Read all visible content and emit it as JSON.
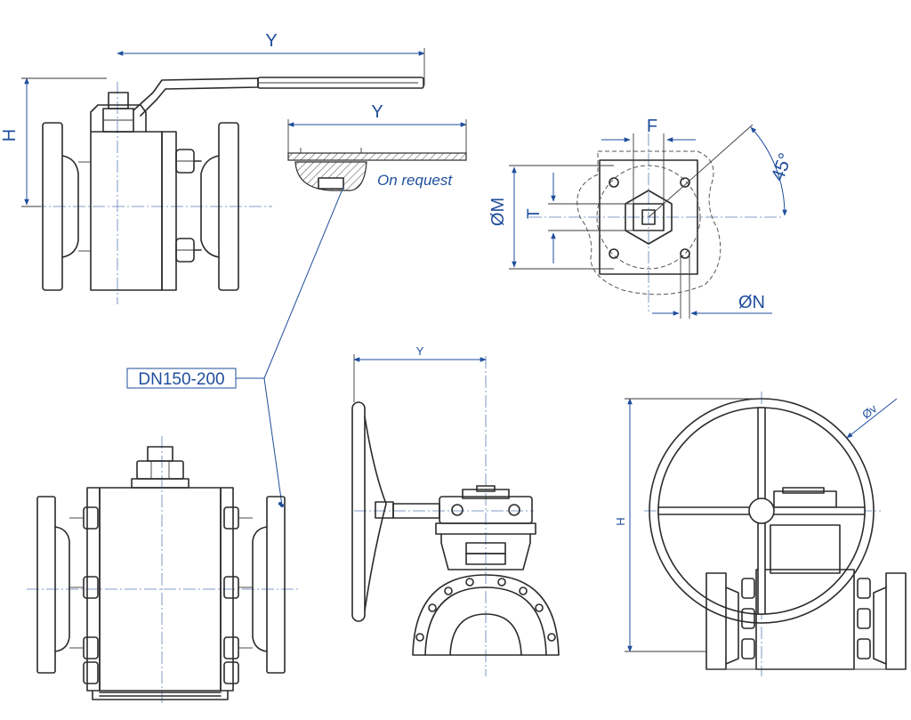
{
  "labels": {
    "top_view_y": "Y",
    "top_view_h": "H",
    "handle_option_y": "Y",
    "handle_option_note": "On request",
    "callout": "DN150-200",
    "flange_f": "F",
    "flange_m": "ØM",
    "flange_t": "T",
    "flange_angle": "45°",
    "flange_n": "ØN",
    "gear_y": "Y",
    "wheel_h": "H",
    "wheel_v": "Øv"
  },
  "colors": {
    "outline": "#2b2b2b",
    "dimension": "#1f4e9c",
    "centerline": "#5b7fb8",
    "background": "#ffffff"
  }
}
